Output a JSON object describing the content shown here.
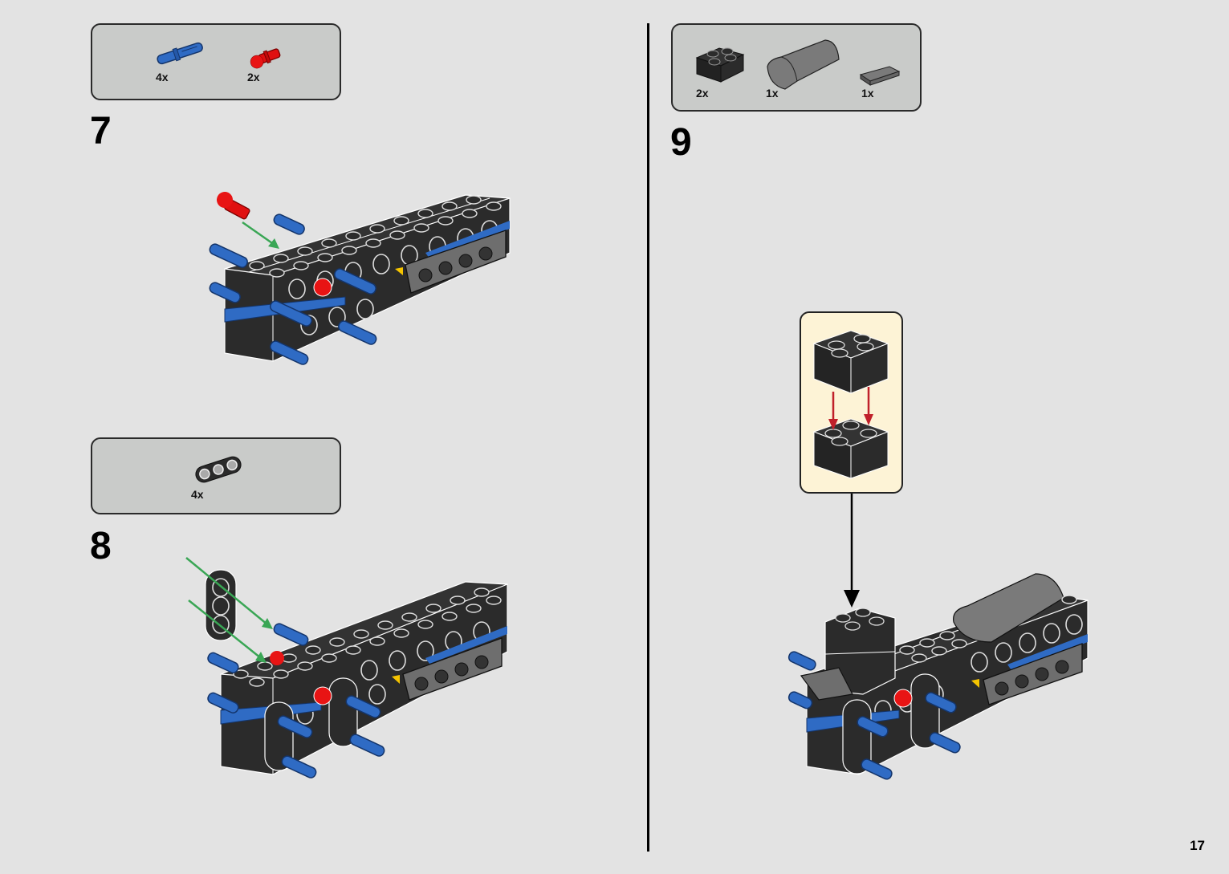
{
  "page": {
    "number": "17"
  },
  "colors": {
    "background": "#e3e3e3",
    "parts_box": "#c9cbc9",
    "callout_box": "#fdf3d6",
    "brick_black": "#2b2b2b",
    "pin_blue": "#2f6bc4",
    "pin_red": "#e01010",
    "arrow_green": "#3aa655",
    "arrow_red": "#c0202a",
    "tile_gray": "#7a7a7a"
  },
  "steps": [
    {
      "number": "7",
      "parts": [
        {
          "icon": "blue-technic-pin-icon",
          "qty": "4x"
        },
        {
          "icon": "red-ball-pin-icon",
          "qty": "2x"
        }
      ]
    },
    {
      "number": "8",
      "parts": [
        {
          "icon": "black-3-hole-beam-icon",
          "qty": "4x"
        }
      ]
    },
    {
      "number": "9",
      "parts": [
        {
          "icon": "black-2x2-brick-icon",
          "qty": "2x"
        },
        {
          "icon": "gray-curved-slope-icon",
          "qty": "1x"
        },
        {
          "icon": "gray-1x2-tile-icon",
          "qty": "1x"
        }
      ]
    }
  ]
}
